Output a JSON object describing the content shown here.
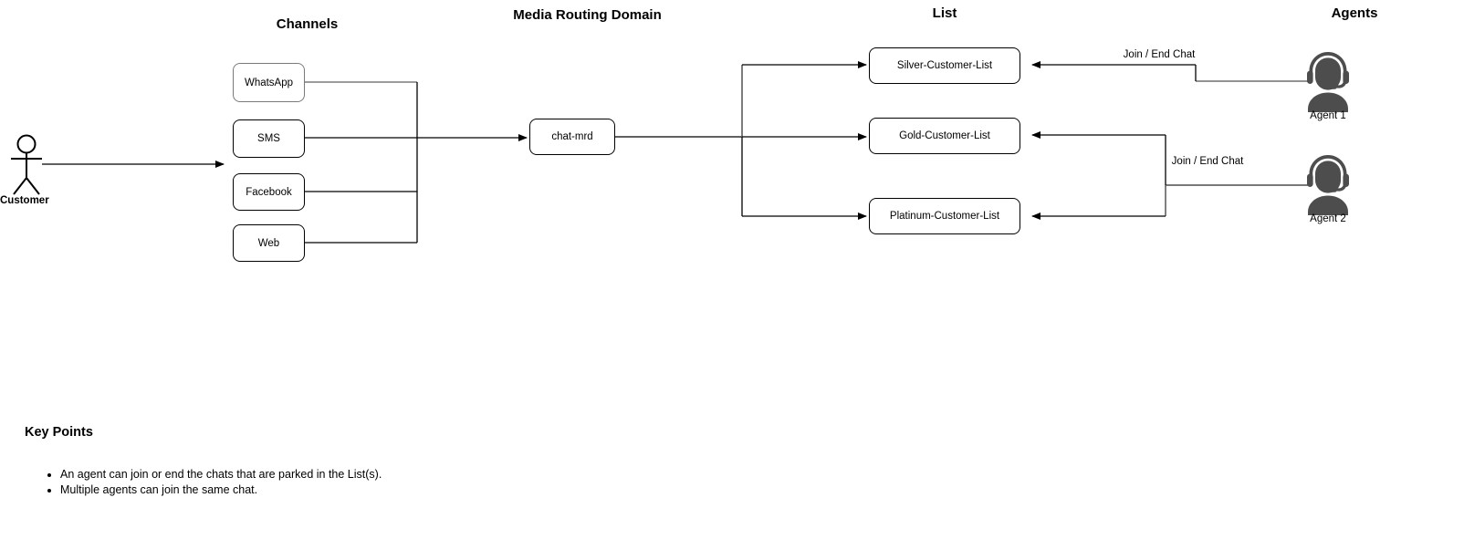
{
  "diagram": {
    "title_absent": true,
    "columns": [
      {
        "id": "channels",
        "label": "Channels"
      },
      {
        "id": "mrd",
        "label": "Media Routing Domain"
      },
      {
        "id": "list",
        "label": "List"
      },
      {
        "id": "agents",
        "label": "Agents"
      }
    ],
    "actor": {
      "name": "customer-actor",
      "label": "Customer"
    },
    "channels": [
      {
        "id": "whatsapp",
        "label": "WhatsApp"
      },
      {
        "id": "sms",
        "label": "SMS"
      },
      {
        "id": "facebook",
        "label": "Facebook"
      },
      {
        "id": "web",
        "label": "Web"
      }
    ],
    "mrd_node": {
      "id": "chat-mrd",
      "label": "chat-mrd"
    },
    "lists": [
      {
        "id": "silver",
        "label": "Silver-Customer-List"
      },
      {
        "id": "gold",
        "label": "Gold-Customer-List"
      },
      {
        "id": "platinum",
        "label": "Platinum-Customer-List"
      }
    ],
    "agents": [
      {
        "id": "agent1",
        "label": "Agent 1",
        "edge_label": "Join / End Chat"
      },
      {
        "id": "agent2",
        "label": "Agent 2",
        "edge_label": "Join / End Chat"
      }
    ],
    "edge_labels": [
      "Join / End Chat",
      "Join / End Chat"
    ],
    "colors": {
      "stroke": "#000000",
      "stroke_gray": "#7a7a7a",
      "agent_icon": "#4d4d4d",
      "background": "#ffffff",
      "text": "#000000"
    }
  },
  "key_points": {
    "title": "Key Points",
    "items": [
      "An agent can join or end the chats that are parked in the List(s).",
      "Multiple agents can join the same chat."
    ]
  }
}
